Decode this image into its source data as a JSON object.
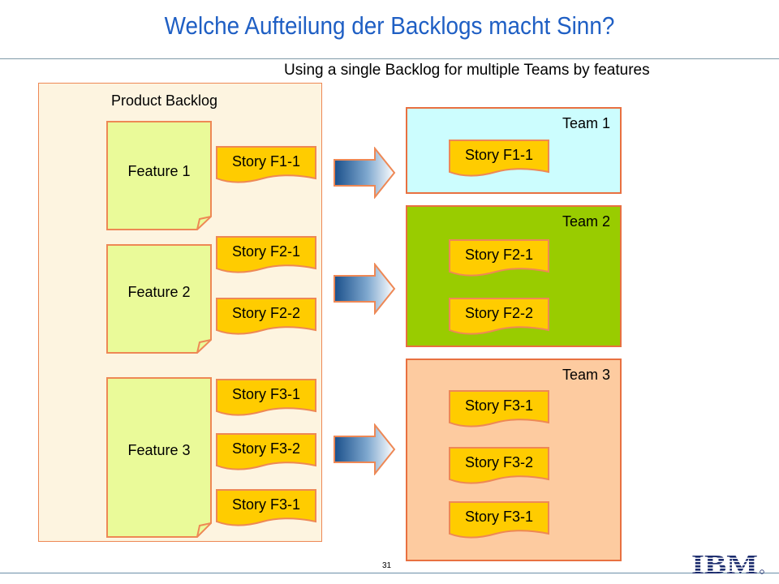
{
  "title": "Welche Aufteilung der Backlogs macht Sinn?",
  "subtitle": "Using a single Backlog for multiple Teams by features",
  "page_number": "31",
  "logo": "IBM",
  "colors": {
    "title": "#1f5fc4",
    "backlog_fill": "#fdf4e0",
    "feature_fill": "#eafa99",
    "story_fill": "#ffcc00",
    "border": "#ee8855",
    "team1_fill": "#ccfdfe",
    "team2_fill": "#99cc00",
    "team3_fill": "#fdcba0"
  },
  "backlog": {
    "label": "Product Backlog",
    "features": [
      {
        "label": "Feature 1",
        "stories": [
          "Story F1-1"
        ]
      },
      {
        "label": "Feature 2",
        "stories": [
          "Story F2-1",
          "Story F2-2"
        ]
      },
      {
        "label": "Feature 3",
        "stories": [
          "Story F3-1",
          "Story F3-2",
          "Story F3-1"
        ]
      }
    ]
  },
  "teams": [
    {
      "label": "Team 1",
      "stories": [
        "Story F1-1"
      ]
    },
    {
      "label": "Team 2",
      "stories": [
        "Story F2-1",
        "Story F2-2"
      ]
    },
    {
      "label": "Team 3",
      "stories": [
        "Story F3-1",
        "Story F3-2",
        "Story F3-1"
      ]
    }
  ]
}
